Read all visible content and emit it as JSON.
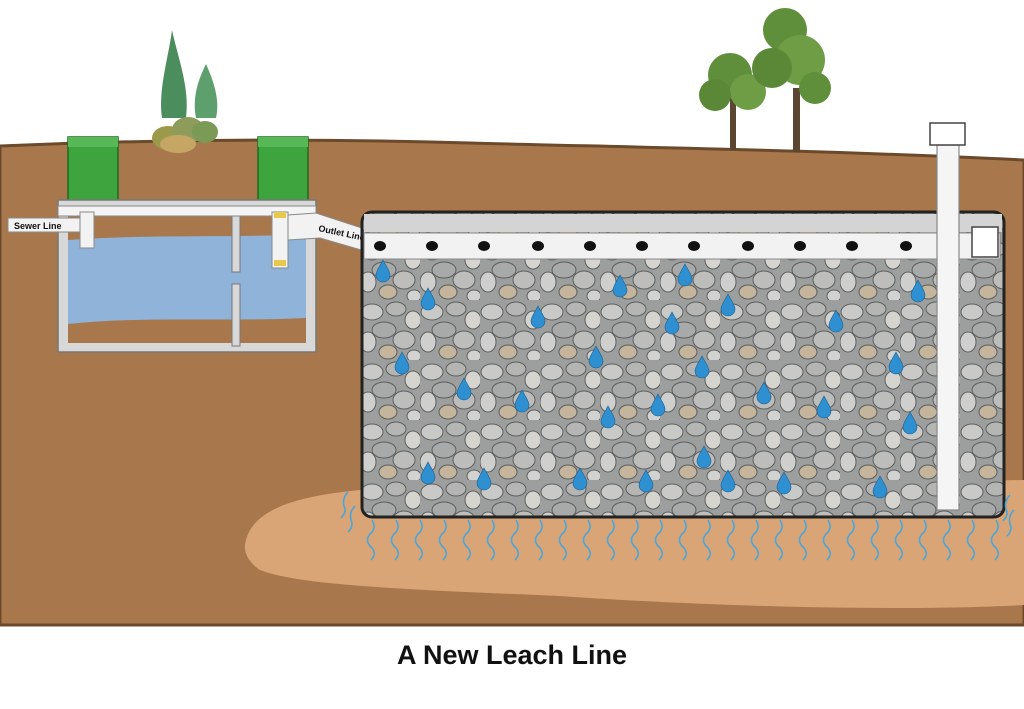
{
  "title": "A New Leach Line",
  "labels": {
    "sewer_line": "Sewer Line",
    "outlet_line": "Outlet Line"
  },
  "colors": {
    "sky": "#ffffff",
    "soil": "#a8784c",
    "soil_edge": "#6b4a2c",
    "leach_bed": "#d9a576",
    "tank_wall": "#d8d8d8",
    "wastewater": "#8fb3d9",
    "sludge": "#a8784c",
    "riser_green": "#3ea53e",
    "water_drop": "#2e8fd1",
    "seepage": "#4aa6d9",
    "pipe": "#f2f2f2",
    "perforation": "#111111",
    "tree_leaf": "#5f8f3a"
  },
  "icons": [
    "tree-icon",
    "shrub-icon",
    "water-drop-icon",
    "perforation-hole-icon",
    "vent-cap-icon"
  ]
}
